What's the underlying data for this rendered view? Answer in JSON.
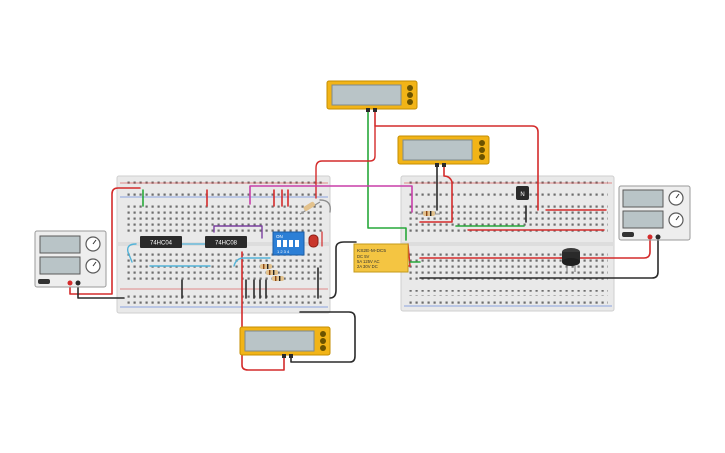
{
  "components": {
    "chip_left_label": "74HC04",
    "chip_right_label": "74HC08",
    "dip_switch_label": "ON",
    "dip_switch_numbers": "1 2 3 4",
    "transistor_label": "N",
    "relay": {
      "line1": "KS2E-M-DC5",
      "line2": "DC 5V",
      "line3": "5A 125V AC",
      "line4": "2A 30V DC"
    }
  },
  "colors": {
    "wire_red": "#d42b2b",
    "wire_black": "#2b2b2b",
    "wire_green": "#27a83a",
    "wire_magenta": "#c83fa9",
    "wire_blue": "#52b3d8",
    "wire_purple": "#7a3fa0",
    "wire_orange": "#e79a2b",
    "multimeter_body": "#f2b417",
    "breadboard": "#e9e9e9",
    "psu_body": "#eeeeee",
    "dip_switch": "#2c7fd6",
    "led": "#c9372c",
    "relay_body": "#f4c542"
  },
  "icons": {
    "multimeter_dial": "dial-icon",
    "psu_knob": "knob-icon",
    "buzzer": "buzzer-icon"
  }
}
